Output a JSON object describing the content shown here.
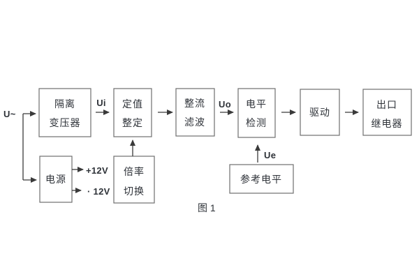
{
  "figure": {
    "caption": "图 1",
    "background_color": "#ffffff",
    "box_border_color": "#6f6f6f",
    "line_color": "#3a3a3a",
    "text_color": "#2e3238"
  },
  "signals": {
    "input": "U~",
    "ui": "Ui",
    "uo": "Uo",
    "ue": "Ue",
    "rail_positive": "+12V",
    "rail_negative": "· 12V"
  },
  "blocks": [
    {
      "name": "isolation-transformer",
      "lines": [
        "隔离",
        "变压器"
      ]
    },
    {
      "name": "setpoint-adjust",
      "lines": [
        "定值",
        "整定"
      ]
    },
    {
      "name": "rectify-filter",
      "lines": [
        "整流",
        "滤波"
      ]
    },
    {
      "name": "level-detect",
      "lines": [
        "电平",
        "检测"
      ]
    },
    {
      "name": "driver",
      "lines": [
        "驱动"
      ]
    },
    {
      "name": "output-relay",
      "lines": [
        "出口",
        "继电器"
      ]
    },
    {
      "name": "power-supply",
      "lines": [
        "电源"
      ]
    },
    {
      "name": "ratio-switch",
      "lines": [
        "倍率",
        "切换"
      ]
    },
    {
      "name": "reference-level",
      "lines": [
        "参考电平"
      ]
    }
  ]
}
